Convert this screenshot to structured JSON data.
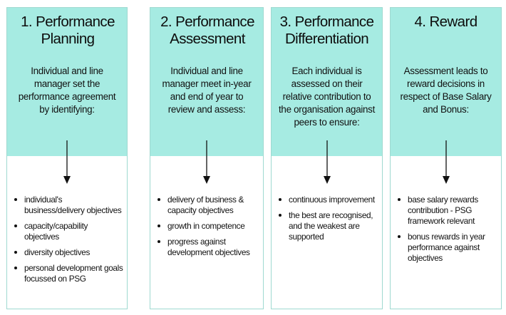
{
  "columns": [
    {
      "title": "1. Performance Planning",
      "description": "Individual and line manager set the performance agreement by identifying:",
      "bullets": [
        "individual's business/delivery objectives",
        "capacity/capability objectives",
        "diversity objectives",
        "personal development goals focussed on PSG"
      ]
    },
    {
      "title": "2. Performance Assessment",
      "description": "Individual and line manager meet in-year and end of year to review and assess:",
      "bullets": [
        "delivery of business & capacity objectives",
        "growth in competence",
        "progress against development objectives"
      ]
    },
    {
      "title": "3. Performance Differentiation",
      "description": "Each individual is assessed on their relative contribution to the organisation against peers to ensure:",
      "bullets": [
        "continuous improvement",
        "the best are recognised, and the weakest are supported"
      ]
    },
    {
      "title": "4. Reward",
      "description": "Assessment leads to reward decisions in respect of Base Salary and Bonus:",
      "bullets": [
        "base salary rewards contribution - PSG framework relevant",
        "bonus rewards in year performance against objectives"
      ]
    }
  ],
  "colors": {
    "header_fill": "#a6ebe2",
    "border": "#9fd9d0",
    "arrow": "#111111"
  }
}
